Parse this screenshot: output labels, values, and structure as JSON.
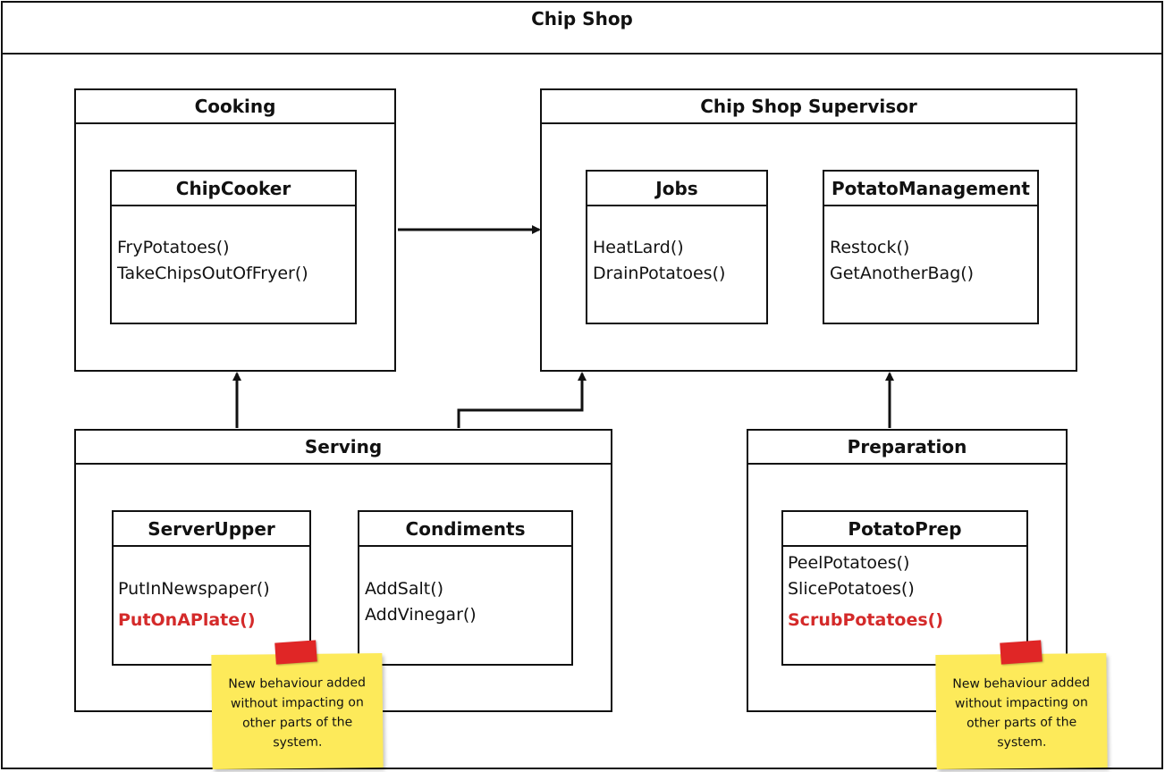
{
  "title": "Chip Shop",
  "packages": {
    "cooking": {
      "label": "Cooking",
      "classes": {
        "chip_cooker": {
          "name": "ChipCooker",
          "methods": [
            "FryPotatoes()",
            "TakeChipsOutOfFryer()"
          ]
        }
      }
    },
    "supervisor": {
      "label": "Chip Shop Supervisor",
      "classes": {
        "jobs": {
          "name": "Jobs",
          "methods": [
            "HeatLard()",
            "DrainPotatoes()"
          ]
        },
        "potato_management": {
          "name": "PotatoManagement",
          "methods": [
            "Restock()",
            "GetAnotherBag()"
          ]
        }
      }
    },
    "serving": {
      "label": "Serving",
      "classes": {
        "server_upper": {
          "name": "ServerUpper",
          "methods": [
            "PutInNewspaper()"
          ],
          "new_methods": [
            "PutOnAPlate()"
          ]
        },
        "condiments": {
          "name": "Condiments",
          "methods": [
            "AddSalt()",
            "AddVinegar()"
          ]
        }
      }
    },
    "preparation": {
      "label": "Preparation",
      "classes": {
        "potato_prep": {
          "name": "PotatoPrep",
          "methods": [
            "PeelPotatoes()",
            "SlicePotatoes()"
          ],
          "new_methods": [
            "ScrubPotatoes()"
          ]
        }
      }
    }
  },
  "notes": {
    "serving_note": "New behaviour added without impacting on other parts of the system.",
    "preparation_note": "New behaviour added without impacting on other parts of the system."
  },
  "colors": {
    "new_method": "#d42a2a",
    "note_fill": "#fdea5a",
    "note_tape": "#e02626"
  }
}
